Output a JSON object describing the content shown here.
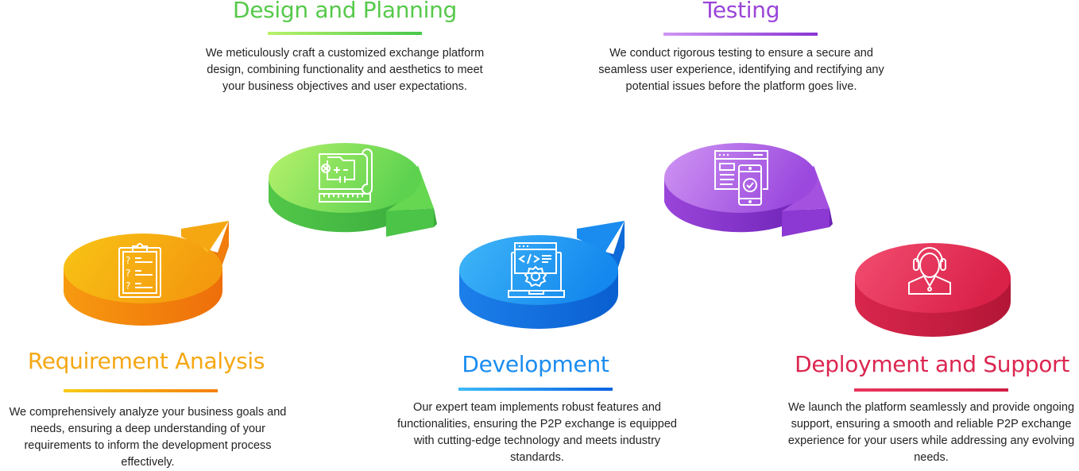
{
  "steps": [
    {
      "id": "requirement-analysis",
      "title": "Requirement Analysis",
      "description": "We comprehensively analyze your business goals and needs, ensuring a deep understanding of your requirements to inform the development process effectively.",
      "icon": "clipboard-questions-icon",
      "color": "#F5A712",
      "gradient": [
        "#F7C315",
        "#F78A10"
      ]
    },
    {
      "id": "design-and-planning",
      "title": "Design and Planning",
      "description": "We meticulously craft a customized exchange platform design, combining functionality and aesthetics to meet your business objectives and user expectations.",
      "icon": "blueprint-icon",
      "color": "#56C94A",
      "gradient": [
        "#B4F06A",
        "#46C44A"
      ]
    },
    {
      "id": "development",
      "title": "Development",
      "description": "Our expert team implements robust features and functionalities, ensuring the P2P exchange is equipped with cutting-edge technology and meets industry standards.",
      "icon": "laptop-code-gear-icon",
      "color": "#1A8CF0",
      "gradient": [
        "#3EB5F7",
        "#0A6BE6"
      ]
    },
    {
      "id": "testing",
      "title": "Testing",
      "description": "We conduct rigorous testing to ensure a secure and seamless user experience, identifying and rectifying any potential issues before the platform goes live.",
      "icon": "browser-mobile-check-icon",
      "color": "#9A45D8",
      "gradient": [
        "#CD8FF2",
        "#8A34D2"
      ]
    },
    {
      "id": "deployment-and-support",
      "title": "Deployment and Support",
      "description": "We launch the platform seamlessly and provide ongoing support, ensuring a smooth and reliable P2P exchange experience for your users while addressing any evolving needs.",
      "icon": "support-agent-headset-icon",
      "color": "#DC2650",
      "gradient": [
        "#F0456A",
        "#D41C44"
      ]
    }
  ]
}
